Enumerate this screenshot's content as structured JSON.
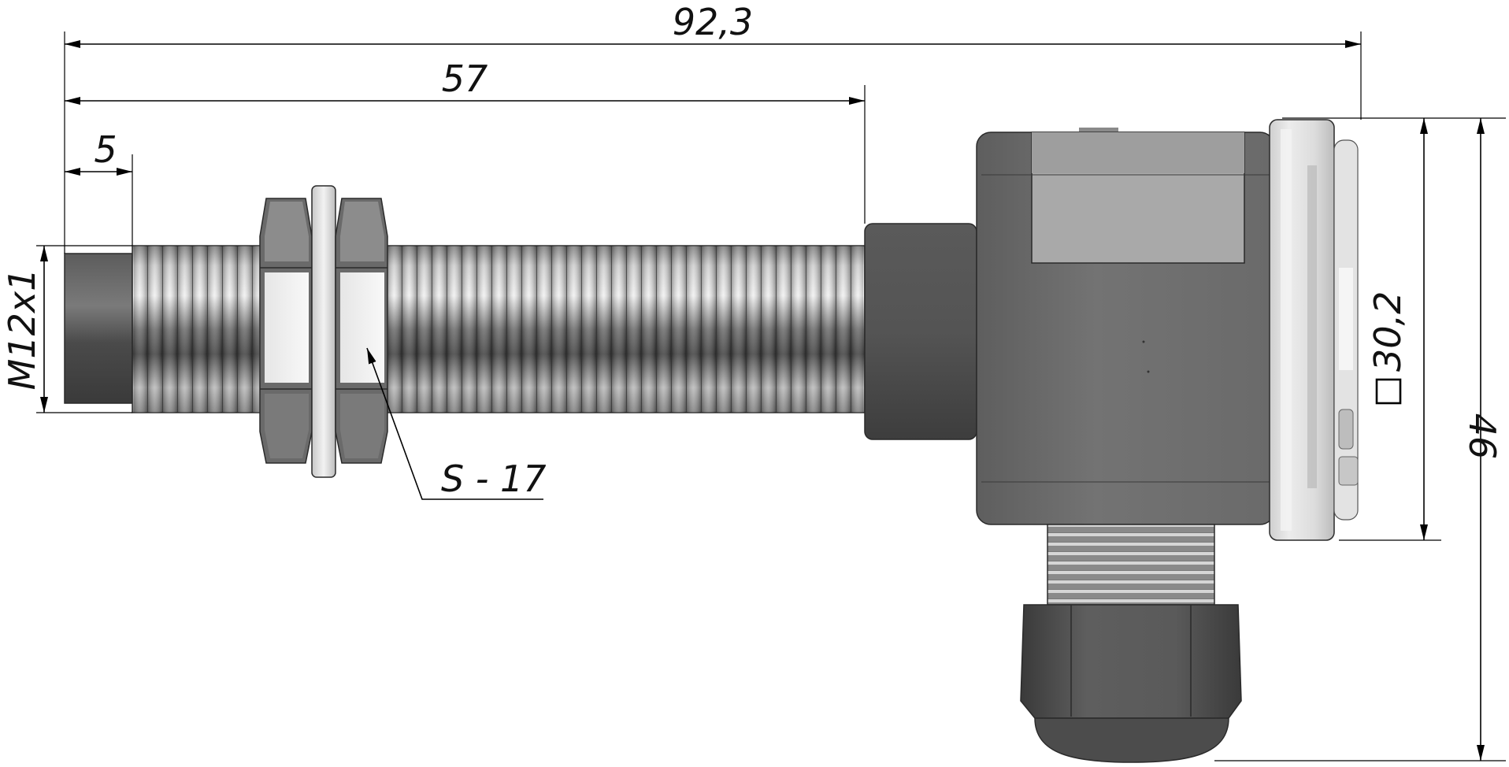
{
  "dimensions": {
    "overall_length": "92,3",
    "thread_length": "57",
    "tip_length": "5",
    "thread_spec": "M12x1",
    "wrench_size": "S - 17",
    "housing_square": "30,2",
    "housing_height": "46"
  },
  "colors": {
    "housing": "#6e6e6e",
    "housing_dark": "#4a4a4a",
    "label_panel": "#a8a8a8",
    "thread_light": "#d8d8d8",
    "thread_dark": "#5a5a5a",
    "cap_transparent": "#d9d9d9",
    "line": "#000000"
  }
}
